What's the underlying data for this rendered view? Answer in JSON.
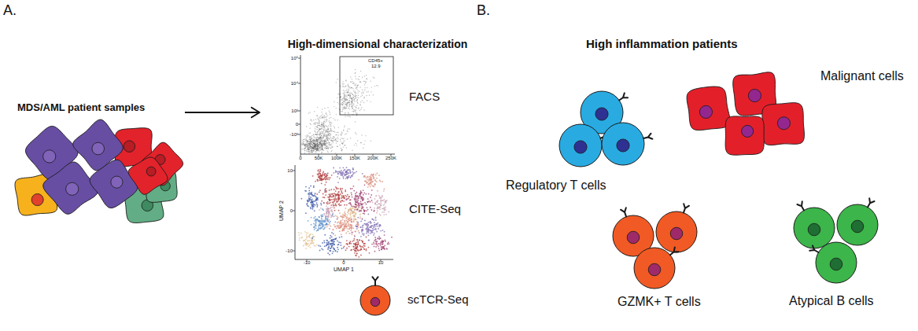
{
  "diagram": {
    "nodes": [
      {
        "text": [
          "MDS/AML patient samples"
        ]
      },
      {
        "text": [
          "High-dimensional characterization"
        ]
      },
      {
        "text": [
          "FACS"
        ],
        "in": 1
      },
      {
        "text": [
          "CITE-Seq"
        ],
        "in": 1
      },
      {
        "text": [
          "scTCR-Seq"
        ],
        "in": 1
      },
      {
        "text": [
          "Regulatory T cells"
        ]
      },
      {
        "text": [
          "Malignant cells"
        ]
      },
      {
        "text": [
          "GZMK+ T cells"
        ]
      },
      {
        "text": [
          "Atypical B cells"
        ]
      }
    ],
    "edges": [
      {
        "from": 0,
        "to": 1,
        "arrow": "to"
      }
    ],
    "labels": [
      "A.",
      "B.",
      "High inflammation patients",
      "CD45+",
      "12.9",
      "10⁵",
      "10⁴",
      "10³",
      "0",
      "-10³",
      "0",
      "50K",
      "100K",
      "150K",
      "200K",
      "250K",
      "UMAP 2",
      "UMAP 1",
      "10",
      "0",
      "-10",
      "-10",
      "0",
      "10"
    ]
  }
}
